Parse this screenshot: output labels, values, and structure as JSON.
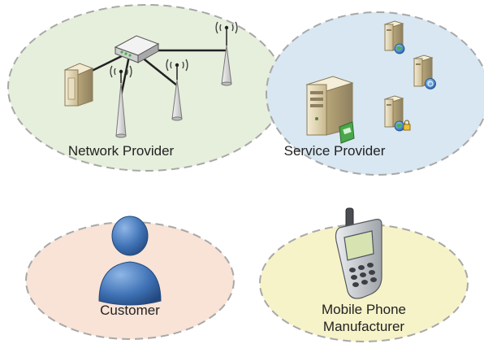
{
  "regions": {
    "network_provider": {
      "label": "Network Provider",
      "fill": "#e6efdc"
    },
    "service_provider": {
      "label": "Service Provider",
      "fill": "#d8e7f2"
    },
    "customer": {
      "label": "Customer",
      "fill": "#f8e3d6"
    },
    "phone_manufacturer": {
      "label_line1": "Mobile Phone",
      "label_line2": "Manufacturer",
      "fill": "#f7f3c9"
    }
  },
  "icons": [
    "router-icon",
    "antenna-tower-icon",
    "server-cabinet-icon",
    "server-icon",
    "globe-server-icon",
    "secure-server-icon",
    "person-icon",
    "mobile-phone-icon"
  ],
  "colors": {
    "ellipse_stroke": "#a8a8a8",
    "server_beige": "#e8dcbc",
    "person_blue": "#3f72b5",
    "phone_silver": "#c9ccd0"
  }
}
